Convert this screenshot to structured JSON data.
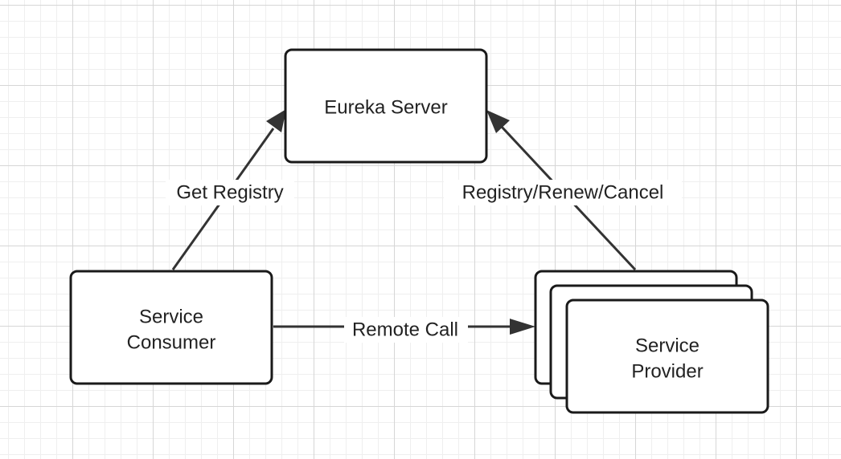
{
  "nodes": {
    "eureka": {
      "label": "Eureka Server"
    },
    "consumer": {
      "line1": "Service",
      "line2": "Consumer"
    },
    "provider": {
      "line1": "Service",
      "line2": "Provider"
    }
  },
  "edges": {
    "get_registry": {
      "label": "Get Registry"
    },
    "register": {
      "label": "Registry/Renew/Cancel"
    },
    "remote_call": {
      "label": "Remote Call"
    }
  }
}
